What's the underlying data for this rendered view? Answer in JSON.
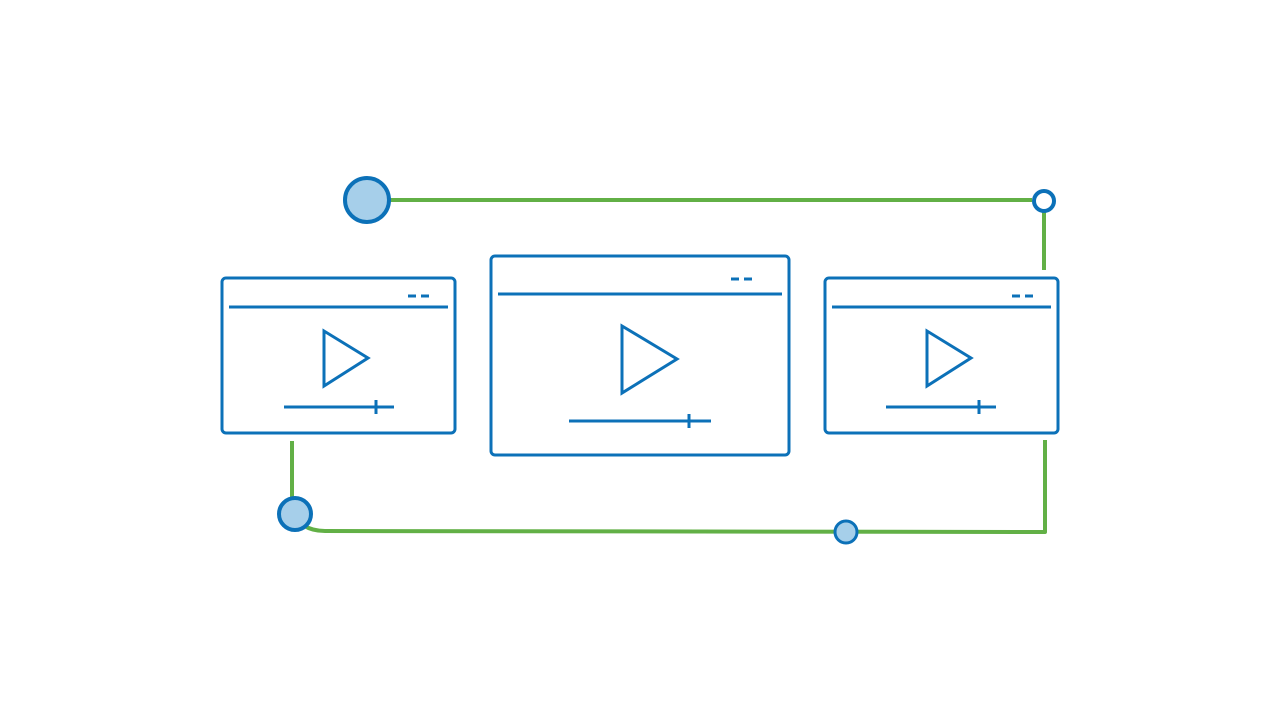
{
  "colors": {
    "background": "#ffffff",
    "frame_stroke": "#0c71b8",
    "connector": "#62b046",
    "node_fill": "#a6cfea",
    "node_stroke": "#0c71b8",
    "node_hollow_fill": "#ffffff"
  },
  "diagram": {
    "kind": "video-player-workflow-illustration",
    "windows": [
      {
        "id": "left",
        "icon": "play-icon",
        "controls": "window-controls-icon",
        "progress_fraction": 0.86
      },
      {
        "id": "center",
        "icon": "play-icon",
        "controls": "window-controls-icon",
        "progress_fraction": 0.85
      },
      {
        "id": "right",
        "icon": "play-icon",
        "controls": "window-controls-icon",
        "progress_fraction": 0.85
      }
    ],
    "nodes": [
      {
        "id": "top-left",
        "style": "filled"
      },
      {
        "id": "top-right",
        "style": "hollow"
      },
      {
        "id": "bottom-left",
        "style": "filled"
      },
      {
        "id": "bottom-middle",
        "style": "filled"
      }
    ]
  }
}
